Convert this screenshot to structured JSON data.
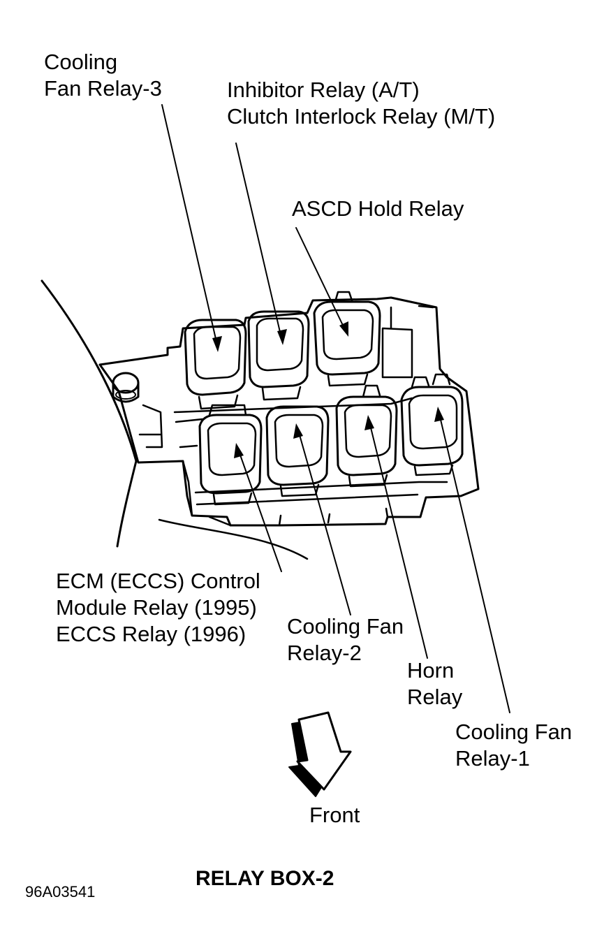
{
  "labels": {
    "cooling_fan_relay_3": [
      "Cooling",
      "Fan Relay-3"
    ],
    "inhibitor_relay": [
      "Inhibitor Relay (A/T)",
      "Clutch Interlock Relay (M/T)"
    ],
    "ascd_hold_relay": [
      "ASCD Hold Relay"
    ],
    "ecm_relay": [
      "ECM (ECCS) Control",
      "Module Relay (1995)",
      "ECCS Relay (1996)"
    ],
    "cooling_fan_relay_2": [
      "Cooling Fan",
      "Relay-2"
    ],
    "horn_relay": [
      "Horn",
      "Relay"
    ],
    "cooling_fan_relay_1": [
      "Cooling Fan",
      "Relay-1"
    ],
    "front": "Front"
  },
  "title": "RELAY BOX-2",
  "figure_code": "96A03541",
  "colors": {
    "ink": "#000000",
    "paper": "#ffffff"
  }
}
